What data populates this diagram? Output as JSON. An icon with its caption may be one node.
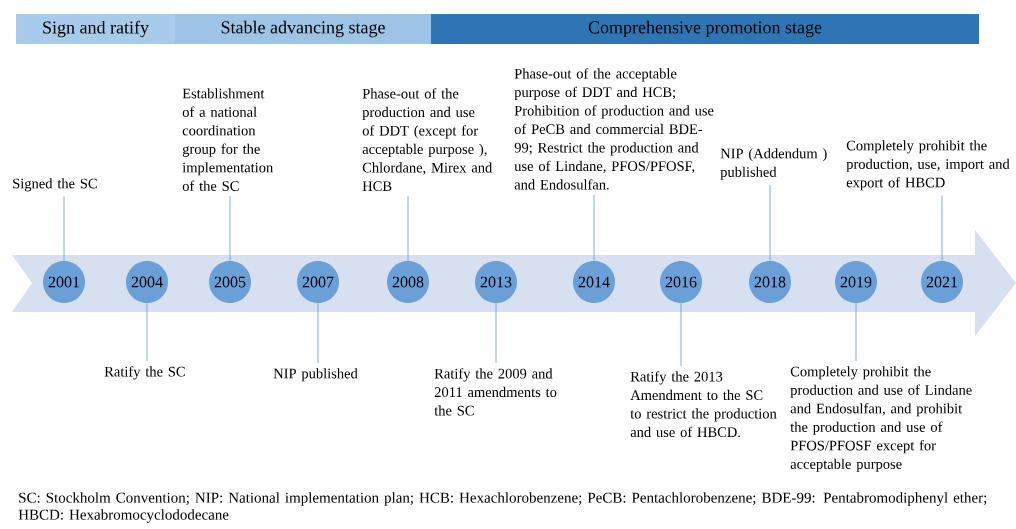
{
  "diagram": {
    "nodes": [
      {
        "text": [
          "Sign and ratify"
        ]
      },
      {
        "text": [
          "Stable advancing stage"
        ]
      },
      {
        "text": [
          "Comprehensive promotion stage"
        ]
      },
      {
        "text": [
          "2001"
        ]
      },
      {
        "text": [
          "2004"
        ]
      },
      {
        "text": [
          "2005"
        ]
      },
      {
        "text": [
          "2007"
        ]
      },
      {
        "text": [
          "2008"
        ]
      },
      {
        "text": [
          "2013"
        ]
      },
      {
        "text": [
          "2014"
        ]
      },
      {
        "text": [
          "2016"
        ]
      },
      {
        "text": [
          "2018"
        ]
      },
      {
        "text": [
          "2019"
        ]
      },
      {
        "text": [
          "2021"
        ]
      },
      {
        "text": [
          "Signed the SC"
        ]
      },
      {
        "text": [
          "Ratify the SC"
        ]
      },
      {
        "text": [
          "Establishment of a national coordination group for the implementation of the SC"
        ]
      },
      {
        "text": [
          "NIP published"
        ]
      },
      {
        "text": [
          "Phase-out of the production and use of DDT (except for acceptable purpose ), Chlordane, Mirex and HCB"
        ]
      },
      {
        "text": [
          "Ratify the 2009 and 2011 amendments to the SC"
        ]
      },
      {
        "text": [
          "Phase-out of the acceptable purpose of DDT and HCB; Prohibition of production and use of PeCB and commercial BDE-99; Restrict the production and use of Lindane, PFOS/PFOSF, and Endosulfan."
        ]
      },
      {
        "text": [
          "Ratify the 2013 Amendment to the SC to restrict the production and use of HBCD."
        ]
      },
      {
        "text": [
          "NIP (Addendum ) published"
        ]
      },
      {
        "text": [
          "Completely prohibit the production and use of Lindane and Endosulfan, and prohibit the production and use of PFOS/PFOSF except for acceptable purpose"
        ]
      },
      {
        "text": [
          "Completely prohibit the production, use, import and export of HBCD"
        ]
      }
    ],
    "edges": [
      {
        "from": 14,
        "to": 3,
        "arrow": "none"
      },
      {
        "from": 15,
        "to": 4,
        "arrow": "none"
      },
      {
        "from": 16,
        "to": 5,
        "arrow": "none"
      },
      {
        "from": 17,
        "to": 6,
        "arrow": "none"
      },
      {
        "from": 18,
        "to": 7,
        "arrow": "none"
      },
      {
        "from": 19,
        "to": 8,
        "arrow": "none"
      },
      {
        "from": 20,
        "to": 9,
        "arrow": "none"
      },
      {
        "from": 21,
        "to": 10,
        "arrow": "none"
      },
      {
        "from": 22,
        "to": 11,
        "arrow": "none"
      },
      {
        "from": 23,
        "to": 12,
        "arrow": "none"
      },
      {
        "from": 24,
        "to": 13,
        "arrow": "none"
      }
    ],
    "caption": "SC: Stockholm Convention; NIP: National implementation plan; HCB: Hexachlorobenzene; PeCB: Pentachlorobenzene; BDE-99: Pentabromodiphenyl ether; HBCD: Hexabromocyclododecane"
  }
}
